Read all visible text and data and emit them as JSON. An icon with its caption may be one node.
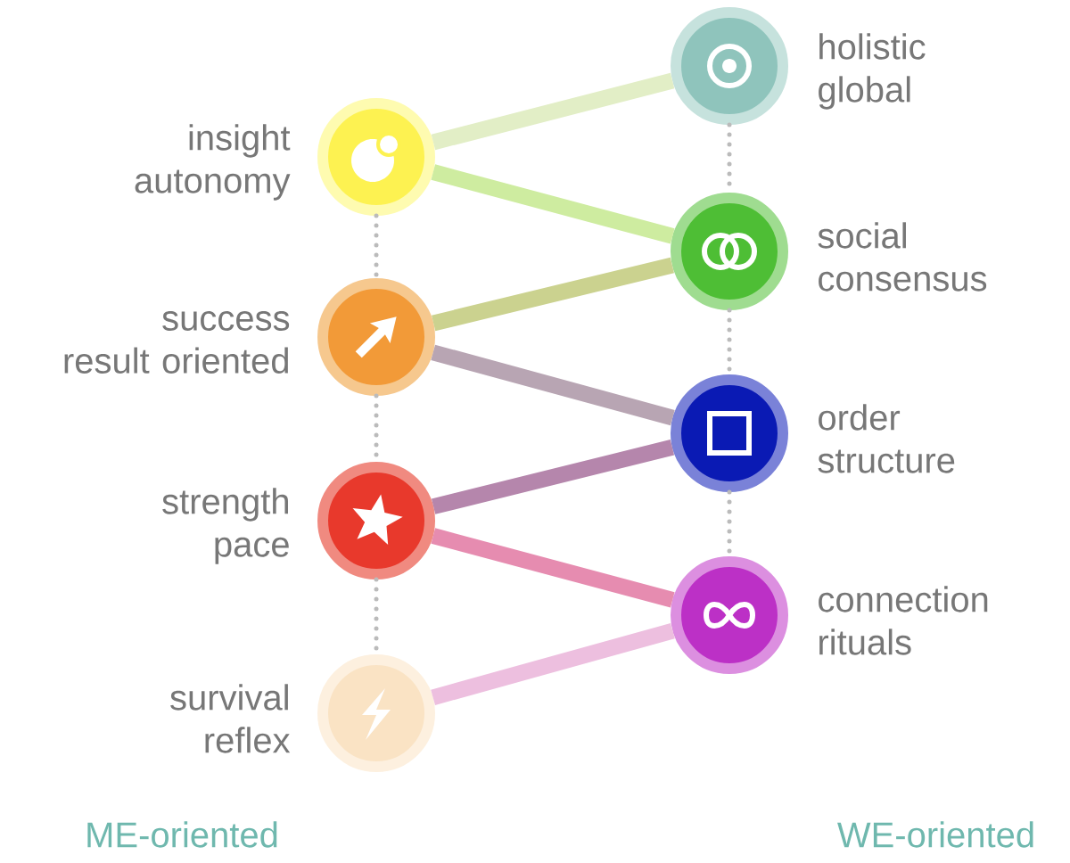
{
  "diagram": {
    "nodes": [
      {
        "text": [
          "holistic global"
        ]
      },
      {
        "text": [
          "insight autonomy"
        ]
      },
      {
        "text": [
          "social consensus"
        ]
      },
      {
        "text": [
          "success result oriented"
        ]
      },
      {
        "text": [
          "order structure"
        ]
      },
      {
        "text": [
          "strength pace"
        ]
      },
      {
        "text": [
          "connection rituals"
        ]
      },
      {
        "text": [
          "survival reflex"
        ]
      }
    ],
    "edges": [
      {
        "from": 1,
        "to": 0,
        "arrow": "none"
      },
      {
        "from": 1,
        "to": 2,
        "arrow": "none"
      },
      {
        "from": 3,
        "to": 2,
        "arrow": "none"
      },
      {
        "from": 3,
        "to": 4,
        "arrow": "none"
      },
      {
        "from": 5,
        "to": 4,
        "arrow": "none"
      },
      {
        "from": 5,
        "to": 6,
        "arrow": "none"
      },
      {
        "from": 7,
        "to": 6,
        "arrow": "none"
      },
      {
        "from": 1,
        "to": 3,
        "arrow": "none",
        "style": "dashed",
        "color": "#bbbbbb"
      },
      {
        "from": 3,
        "to": 5,
        "arrow": "none",
        "style": "dashed",
        "color": "#bbbbbb"
      },
      {
        "from": 5,
        "to": 7,
        "arrow": "none",
        "style": "dashed",
        "color": "#bbbbbb"
      },
      {
        "from": 0,
        "to": 2,
        "arrow": "none",
        "style": "dashed",
        "color": "#bbbbbb"
      },
      {
        "from": 2,
        "to": 4,
        "arrow": "none",
        "style": "dashed",
        "color": "#bbbbbb"
      },
      {
        "from": 4,
        "to": 6,
        "arrow": "none",
        "style": "dashed",
        "color": "#bbbbbb"
      }
    ],
    "labels": [
      "ME-oriented",
      "WE-oriented"
    ]
  }
}
